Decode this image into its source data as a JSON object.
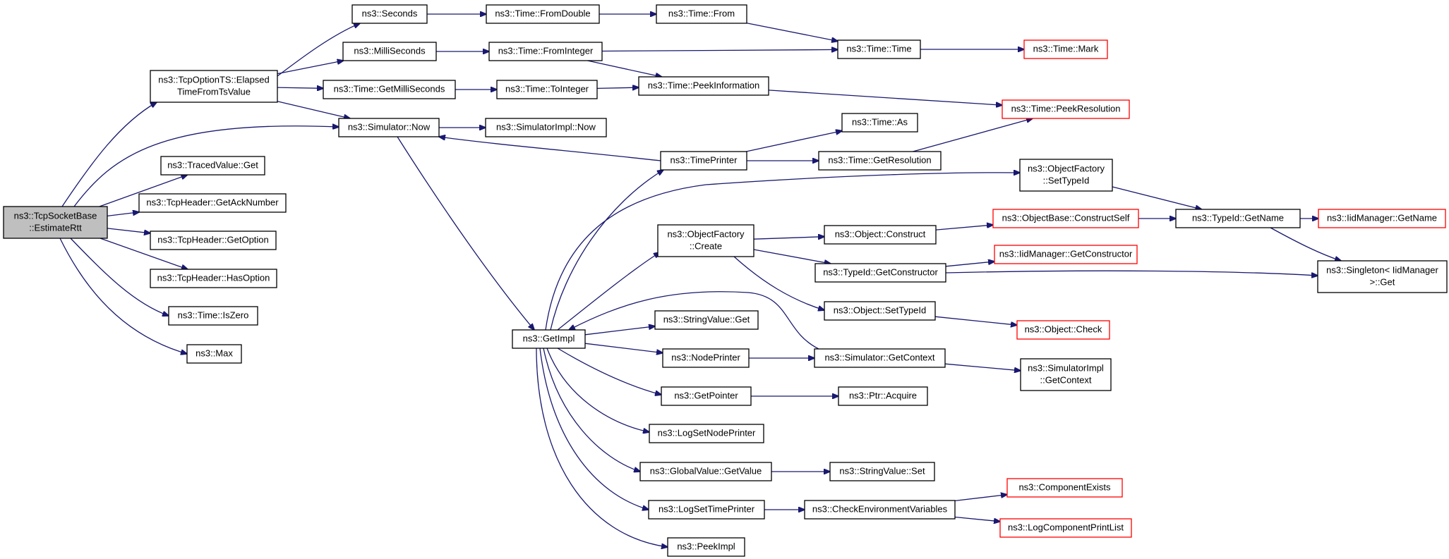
{
  "colors": {
    "edge": "#191970",
    "node_border": "#000000",
    "truncated_border": "#ff0000",
    "root_fill": "#bfbfbf",
    "background": "#ffffff"
  },
  "nodes": {
    "estimateRtt": {
      "lines": [
        "ns3::TcpSocketBase",
        "::EstimateRtt"
      ],
      "root": true
    },
    "elapsed": {
      "lines": [
        "ns3::TcpOptionTS::Elapsed",
        "TimeFromTsValue"
      ]
    },
    "tracedGet": {
      "lines": [
        "ns3::TracedValue::Get"
      ]
    },
    "getAck": {
      "lines": [
        "ns3::TcpHeader::GetAckNumber"
      ]
    },
    "getOption": {
      "lines": [
        "ns3::TcpHeader::GetOption"
      ]
    },
    "hasOption": {
      "lines": [
        "ns3::TcpHeader::HasOption"
      ]
    },
    "isZero": {
      "lines": [
        "ns3::Time::IsZero"
      ]
    },
    "max": {
      "lines": [
        "ns3::Max"
      ]
    },
    "seconds": {
      "lines": [
        "ns3::Seconds"
      ]
    },
    "milli": {
      "lines": [
        "ns3::MilliSeconds"
      ]
    },
    "getMilli": {
      "lines": [
        "ns3::Time::GetMilliSeconds"
      ]
    },
    "simNow": {
      "lines": [
        "ns3::Simulator::Now"
      ]
    },
    "fromDouble": {
      "lines": [
        "ns3::Time::FromDouble"
      ]
    },
    "fromInteger": {
      "lines": [
        "ns3::Time::FromInteger"
      ]
    },
    "toInteger": {
      "lines": [
        "ns3::Time::ToInteger"
      ]
    },
    "implNow": {
      "lines": [
        "ns3::SimulatorImpl::Now"
      ]
    },
    "from": {
      "lines": [
        "ns3::Time::From"
      ]
    },
    "peekInfo": {
      "lines": [
        "ns3::Time::PeekInformation"
      ]
    },
    "timeTime": {
      "lines": [
        "ns3::Time::Time"
      ]
    },
    "mark": {
      "lines": [
        "ns3::Time::Mark"
      ],
      "truncated": true
    },
    "peekRes": {
      "lines": [
        "ns3::Time::PeekResolution"
      ],
      "truncated": true
    },
    "timeAs": {
      "lines": [
        "ns3::Time::As"
      ]
    },
    "timePrinter": {
      "lines": [
        "ns3::TimePrinter"
      ]
    },
    "getRes": {
      "lines": [
        "ns3::Time::GetResolution"
      ]
    },
    "ofSetTypeId": {
      "lines": [
        "ns3::ObjectFactory",
        "::SetTypeId"
      ]
    },
    "ofCreate": {
      "lines": [
        "ns3::ObjectFactory",
        "::Create"
      ]
    },
    "objConstruct": {
      "lines": [
        "ns3::Object::Construct"
      ]
    },
    "constructSelf": {
      "lines": [
        "ns3::ObjectBase::ConstructSelf"
      ],
      "truncated": true
    },
    "typeIdGetName": {
      "lines": [
        "ns3::TypeId::GetName"
      ]
    },
    "iidGetName": {
      "lines": [
        "ns3::IidManager::GetName"
      ],
      "truncated": true
    },
    "iidGetCtor": {
      "lines": [
        "ns3::IidManager::GetConstructor"
      ],
      "truncated": true
    },
    "typeIdGetCtor": {
      "lines": [
        "ns3::TypeId::GetConstructor"
      ]
    },
    "singleton": {
      "lines": [
        "ns3::Singleton< IidManager",
        ">::Get"
      ]
    },
    "objSetTypeId": {
      "lines": [
        "ns3::Object::SetTypeId"
      ]
    },
    "objCheck": {
      "lines": [
        "ns3::Object::Check"
      ],
      "truncated": true
    },
    "getImpl": {
      "lines": [
        "ns3::GetImpl"
      ]
    },
    "strGet": {
      "lines": [
        "ns3::StringValue::Get"
      ]
    },
    "nodePrinter": {
      "lines": [
        "ns3::NodePrinter"
      ]
    },
    "simGetContext": {
      "lines": [
        "ns3::Simulator::GetContext"
      ]
    },
    "implGetContext": {
      "lines": [
        "ns3::SimulatorImpl",
        "::GetContext"
      ]
    },
    "getPointer": {
      "lines": [
        "ns3::GetPointer"
      ]
    },
    "ptrAcquire": {
      "lines": [
        "ns3::Ptr::Acquire"
      ]
    },
    "logSetNode": {
      "lines": [
        "ns3::LogSetNodePrinter"
      ]
    },
    "gvGetValue": {
      "lines": [
        "ns3::GlobalValue::GetValue"
      ]
    },
    "strSet": {
      "lines": [
        "ns3::StringValue::Set"
      ]
    },
    "logSetTime": {
      "lines": [
        "ns3::LogSetTimePrinter"
      ]
    },
    "checkEnv": {
      "lines": [
        "ns3::CheckEnvironmentVariables"
      ]
    },
    "compExists": {
      "lines": [
        "ns3::ComponentExists"
      ],
      "truncated": true
    },
    "logCompPrint": {
      "lines": [
        "ns3::LogComponentPrintList"
      ],
      "truncated": true
    },
    "peekImpl": {
      "lines": [
        "ns3::PeekImpl"
      ]
    }
  },
  "edges": [
    [
      "estimateRtt",
      "elapsed"
    ],
    [
      "estimateRtt",
      "simNow"
    ],
    [
      "estimateRtt",
      "tracedGet"
    ],
    [
      "estimateRtt",
      "getAck"
    ],
    [
      "estimateRtt",
      "getOption"
    ],
    [
      "estimateRtt",
      "hasOption"
    ],
    [
      "estimateRtt",
      "isZero"
    ],
    [
      "estimateRtt",
      "max"
    ],
    [
      "elapsed",
      "seconds"
    ],
    [
      "elapsed",
      "milli"
    ],
    [
      "elapsed",
      "getMilli"
    ],
    [
      "elapsed",
      "simNow"
    ],
    [
      "seconds",
      "fromDouble"
    ],
    [
      "fromDouble",
      "from"
    ],
    [
      "from",
      "timeTime"
    ],
    [
      "milli",
      "fromInteger"
    ],
    [
      "fromInteger",
      "timeTime"
    ],
    [
      "fromInteger",
      "peekInfo"
    ],
    [
      "getMilli",
      "toInteger"
    ],
    [
      "toInteger",
      "peekInfo"
    ],
    [
      "timeTime",
      "mark"
    ],
    [
      "peekInfo",
      "peekRes"
    ],
    [
      "simNow",
      "implNow"
    ],
    [
      "simNow",
      "getImpl"
    ],
    [
      "timePrinter",
      "simNow"
    ],
    [
      "timePrinter",
      "timeAs"
    ],
    [
      "timePrinter",
      "getRes"
    ],
    [
      "getRes",
      "peekRes"
    ],
    [
      "getImpl",
      "timePrinter"
    ],
    [
      "getImpl",
      "ofSetTypeId"
    ],
    [
      "getImpl",
      "ofCreate"
    ],
    [
      "getImpl",
      "strGet"
    ],
    [
      "getImpl",
      "nodePrinter"
    ],
    [
      "getImpl",
      "getPointer"
    ],
    [
      "getImpl",
      "logSetNode"
    ],
    [
      "getImpl",
      "gvGetValue"
    ],
    [
      "getImpl",
      "logSetTime"
    ],
    [
      "getImpl",
      "peekImpl"
    ],
    [
      "simGetContext",
      "getImpl"
    ],
    [
      "ofSetTypeId",
      "typeIdGetName"
    ],
    [
      "ofCreate",
      "objConstruct"
    ],
    [
      "ofCreate",
      "typeIdGetCtor"
    ],
    [
      "ofCreate",
      "objSetTypeId"
    ],
    [
      "objConstruct",
      "constructSelf"
    ],
    [
      "constructSelf",
      "typeIdGetName"
    ],
    [
      "typeIdGetName",
      "iidGetName"
    ],
    [
      "typeIdGetName",
      "singleton"
    ],
    [
      "typeIdGetCtor",
      "iidGetCtor"
    ],
    [
      "typeIdGetCtor",
      "singleton"
    ],
    [
      "objSetTypeId",
      "objCheck"
    ],
    [
      "nodePrinter",
      "simGetContext"
    ],
    [
      "simGetContext",
      "implGetContext"
    ],
    [
      "getPointer",
      "ptrAcquire"
    ],
    [
      "gvGetValue",
      "strSet"
    ],
    [
      "logSetTime",
      "checkEnv"
    ],
    [
      "checkEnv",
      "compExists"
    ],
    [
      "checkEnv",
      "logCompPrint"
    ]
  ]
}
